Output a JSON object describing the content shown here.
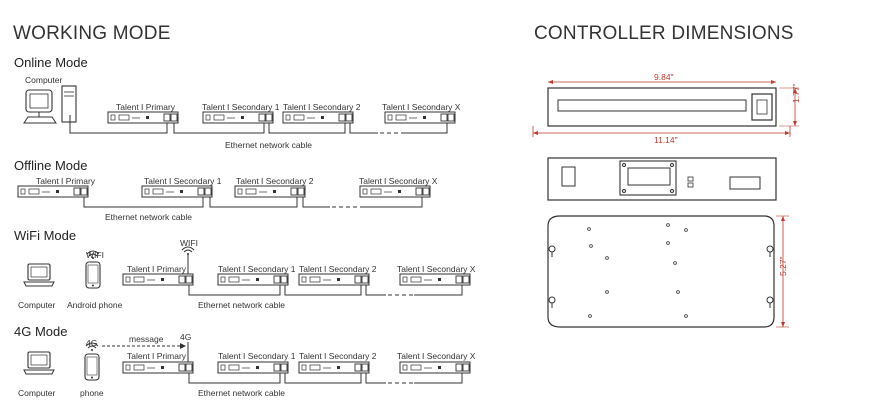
{
  "left": {
    "title": "WORKING MODE",
    "online": {
      "heading": "Online Mode",
      "computer": "Computer",
      "primary": "Talent I Primary",
      "sec1": "Talent I Secondary 1",
      "sec2": "Talent I Secondary 2",
      "secx": "Talent I Secondary X",
      "cable": "Ethernet network cable"
    },
    "offline": {
      "heading": "Offline Mode",
      "primary": "Talent I Primary",
      "sec1": "Talent I Secondary 1",
      "sec2": "Talent I Secondary 2",
      "secx": "Talent I Secondary X",
      "cable": "Ethernet network cable"
    },
    "wifi": {
      "heading": "WiFi Mode",
      "computer": "Computer",
      "phone_label": "Android phone",
      "wifi_label": "WIFI",
      "wifi_label2": "WIFI",
      "primary": "Talent I Primary",
      "sec1": "Talent I Secondary 1",
      "sec2": "Talent I Secondary 2",
      "secx": "Talent I Secondary X",
      "cable": "Ethernet network cable"
    },
    "g4": {
      "heading": "4G Mode",
      "computer": "Computer",
      "phone_label": "phone",
      "g4_label": "4G",
      "g4_label2": "4G",
      "message": "message",
      "primary": "Talent I Primary",
      "sec1": "Talent I Secondary 1",
      "sec2": "Talent I Secondary 2",
      "secx": "Talent I Secondary X",
      "cable": "Ethernet network cable"
    }
  },
  "right": {
    "title": "CONTROLLER DIMENSIONS",
    "width_inner": "9.84\"",
    "width_outer": "11.14\"",
    "height": "1.77\"",
    "depth": "5.27\""
  }
}
